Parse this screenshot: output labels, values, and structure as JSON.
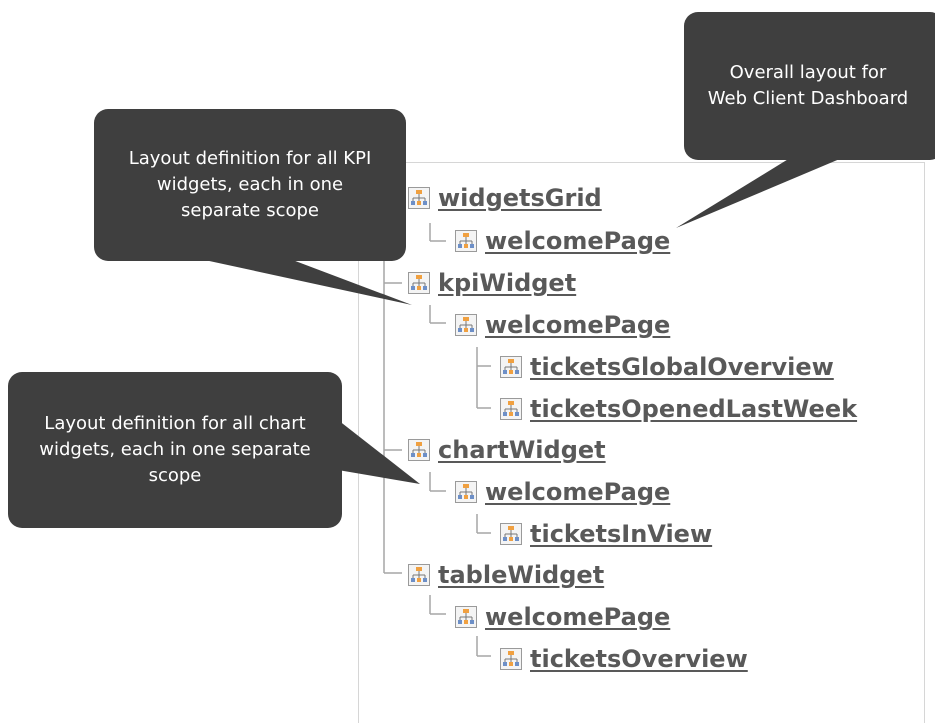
{
  "tree": {
    "nodes": [
      {
        "label": "widgetsGrid",
        "level": 0
      },
      {
        "label": "welcomePage",
        "level": 1
      },
      {
        "label": "kpiWidget",
        "level": 0
      },
      {
        "label": "welcomePage",
        "level": 1
      },
      {
        "label": "ticketsGlobalOverview",
        "level": 2
      },
      {
        "label": "ticketsOpenedLastWeek",
        "level": 2
      },
      {
        "label": "chartWidget",
        "level": 0
      },
      {
        "label": "welcomePage",
        "level": 1
      },
      {
        "label": "ticketsInView",
        "level": 2
      },
      {
        "label": "tableWidget",
        "level": 0
      },
      {
        "label": "welcomePage",
        "level": 1
      },
      {
        "label": "ticketsOverview",
        "level": 2
      }
    ]
  },
  "callouts": {
    "kpi": "Layout definition for all KPI\nwidgets, each in one\nseparate scope",
    "chart": "Layout definition for all chart\nwidgets, each in one separate\nscope",
    "overall": "Overall layout for\nWeb Client Dashboard"
  },
  "colors": {
    "callout_bg": "#3f3f3f",
    "callout_text": "#ffffff",
    "node_text": "#595959",
    "connector": "#a6a6a6",
    "icon_orange": "#f0a040"
  },
  "icon_name": "hierarchy-icon"
}
